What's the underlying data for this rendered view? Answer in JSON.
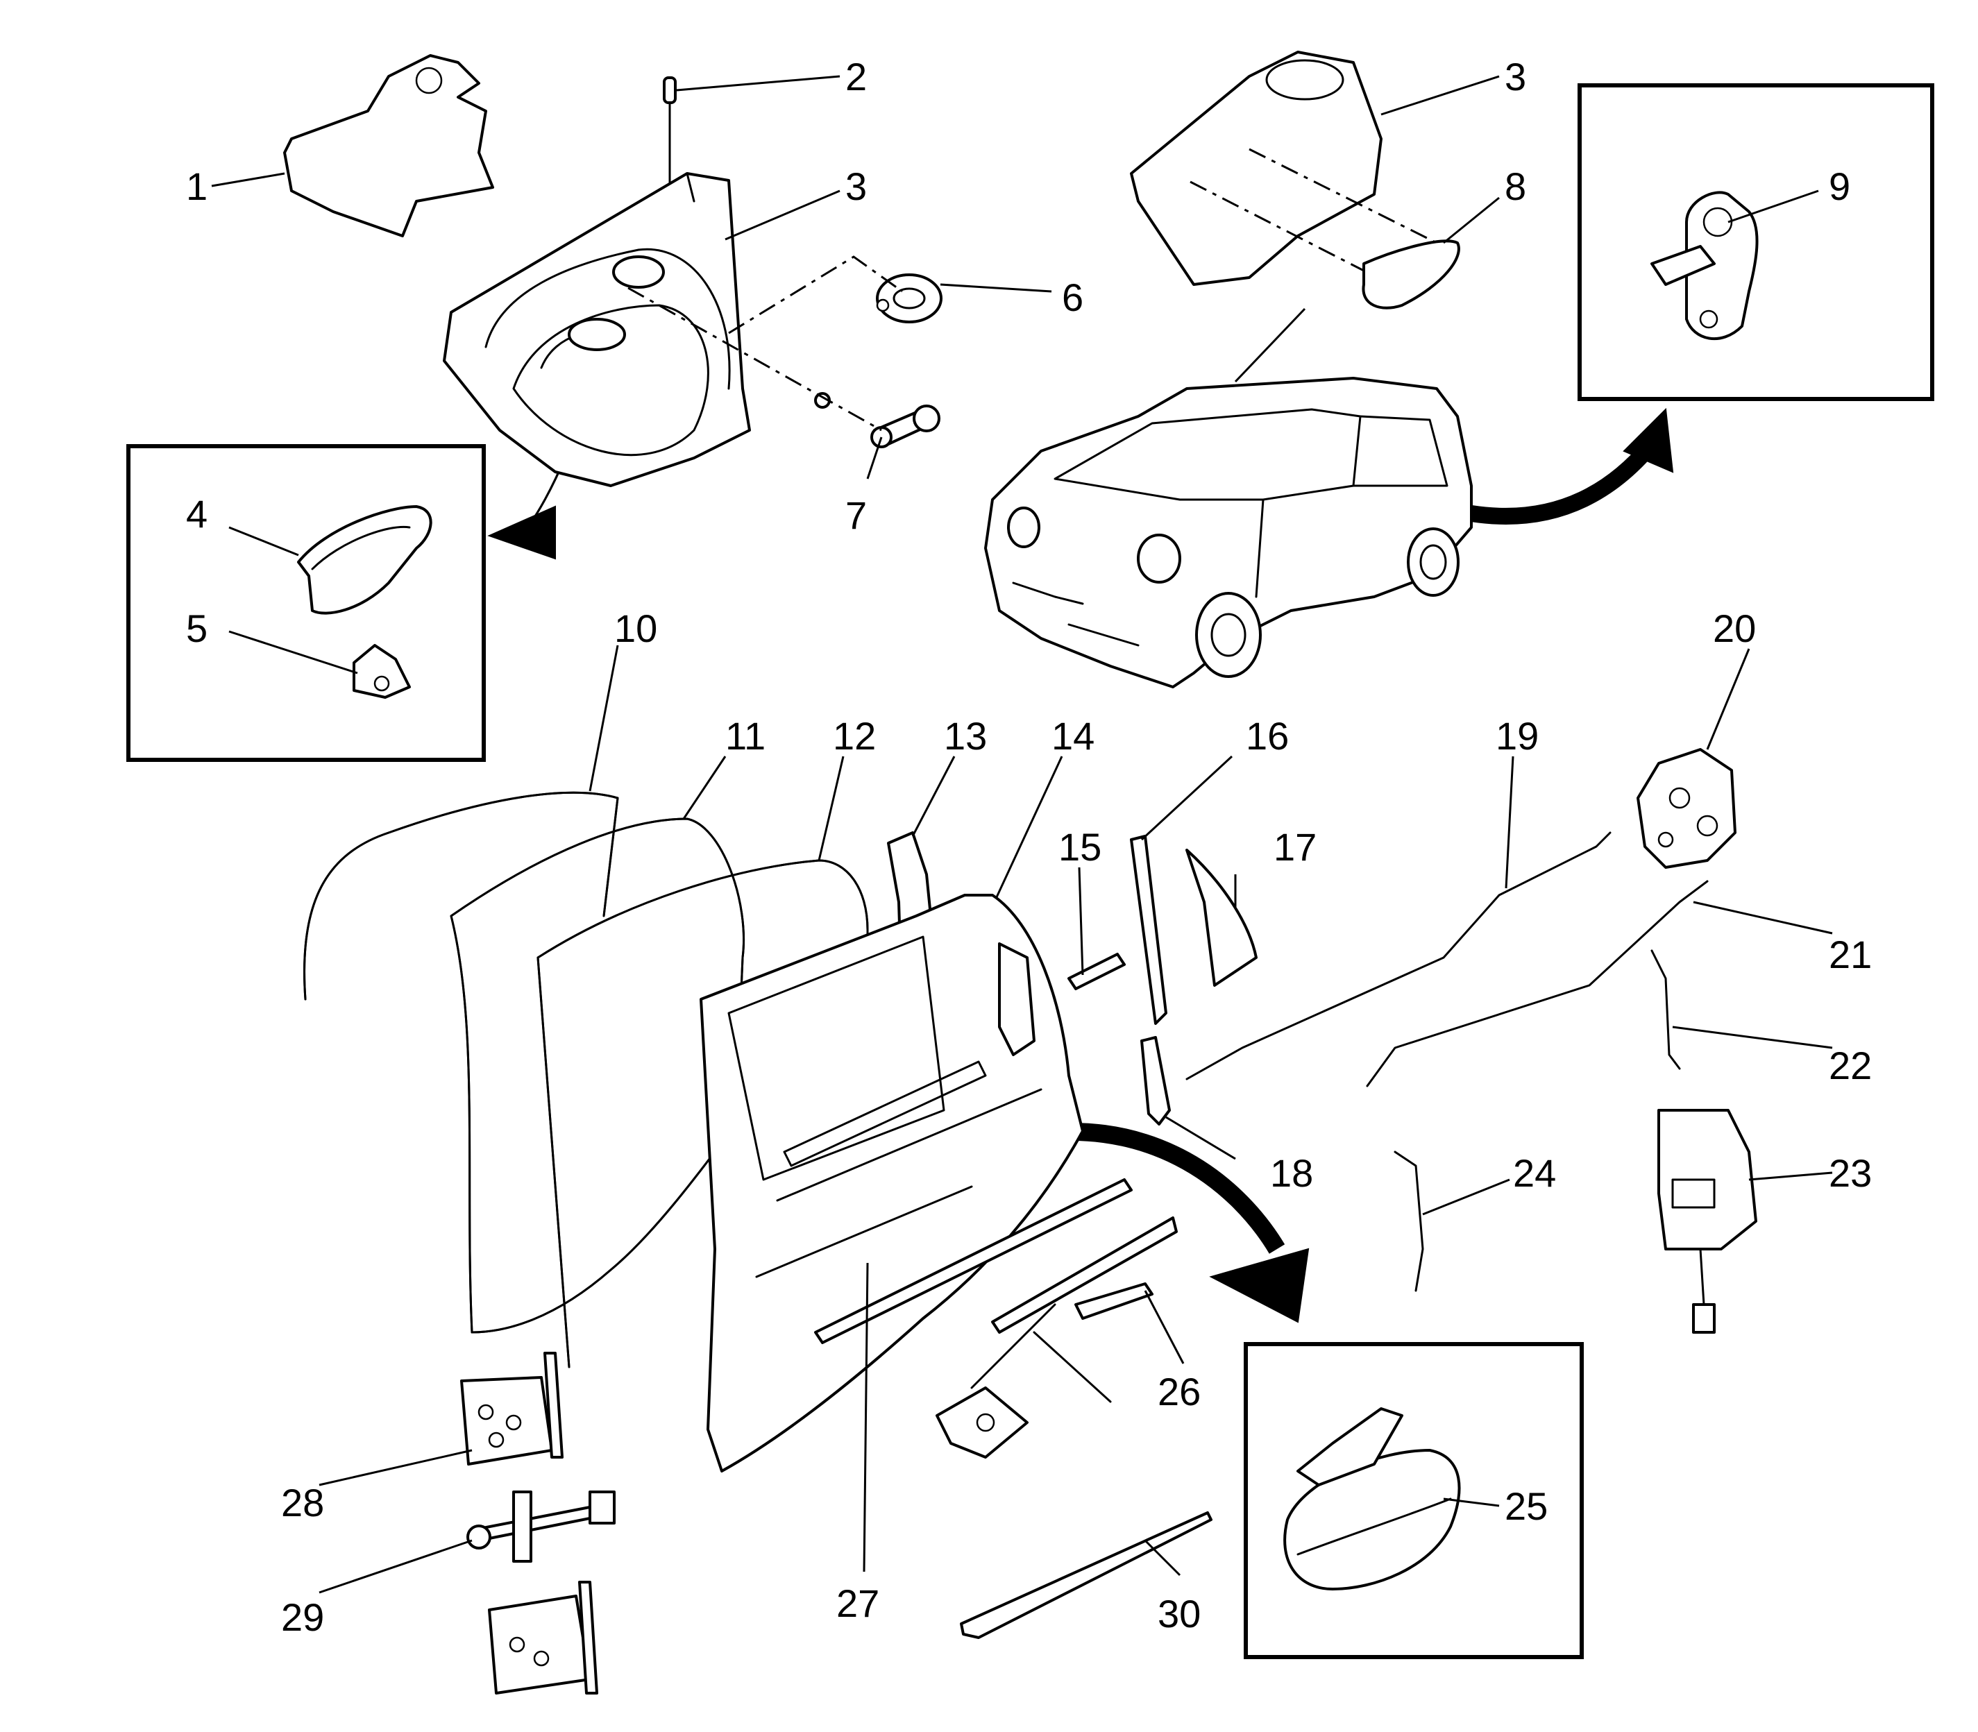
{
  "diagram": {
    "colors": {
      "line": "#000000",
      "background": "#ffffff"
    },
    "callouts": [
      {
        "id": "1",
        "label": "1"
      },
      {
        "id": "2",
        "label": "2"
      },
      {
        "id": "3a",
        "label": "3"
      },
      {
        "id": "3b",
        "label": "3"
      },
      {
        "id": "4",
        "label": "4"
      },
      {
        "id": "5",
        "label": "5"
      },
      {
        "id": "6",
        "label": "6"
      },
      {
        "id": "7",
        "label": "7"
      },
      {
        "id": "8",
        "label": "8"
      },
      {
        "id": "9",
        "label": "9"
      },
      {
        "id": "10",
        "label": "10"
      },
      {
        "id": "11",
        "label": "11"
      },
      {
        "id": "12",
        "label": "12"
      },
      {
        "id": "13",
        "label": "13"
      },
      {
        "id": "14",
        "label": "14"
      },
      {
        "id": "15",
        "label": "15"
      },
      {
        "id": "16",
        "label": "16"
      },
      {
        "id": "17",
        "label": "17"
      },
      {
        "id": "18",
        "label": "18"
      },
      {
        "id": "19",
        "label": "19"
      },
      {
        "id": "20",
        "label": "20"
      },
      {
        "id": "21",
        "label": "21"
      },
      {
        "id": "22",
        "label": "22"
      },
      {
        "id": "23",
        "label": "23"
      },
      {
        "id": "24",
        "label": "24"
      },
      {
        "id": "25",
        "label": "25"
      },
      {
        "id": "26",
        "label": "26"
      },
      {
        "id": "27",
        "label": "27"
      },
      {
        "id": "28",
        "label": "28"
      },
      {
        "id": "29",
        "label": "29"
      },
      {
        "id": "30",
        "label": "30"
      }
    ]
  }
}
